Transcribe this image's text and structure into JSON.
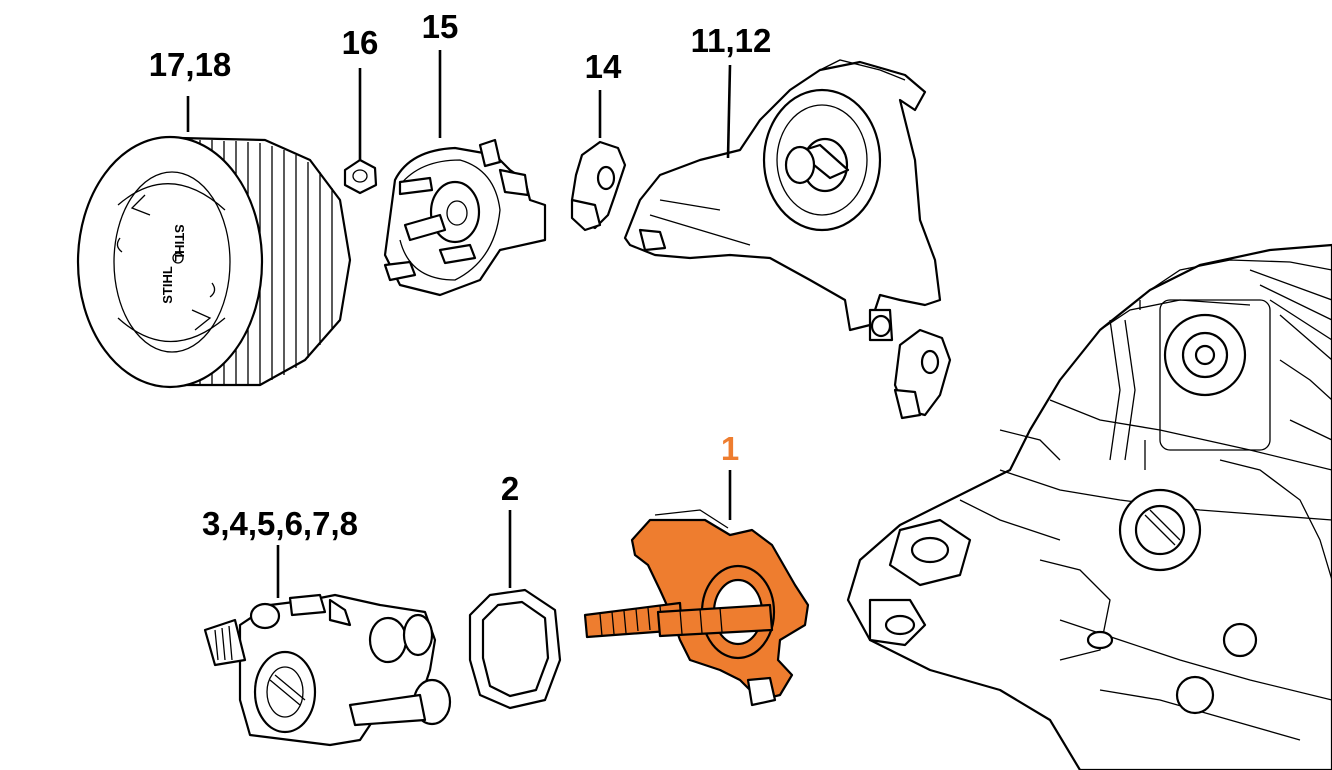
{
  "parts": [
    {
      "id": "air-filter",
      "label": "17,18",
      "highlighted": false
    },
    {
      "id": "nut",
      "label": "16",
      "highlighted": false
    },
    {
      "id": "filter-base",
      "label": "15",
      "highlighted": false
    },
    {
      "id": "bracket",
      "label": "14",
      "highlighted": false
    },
    {
      "id": "carburetor-box",
      "label": "11,12",
      "highlighted": false
    },
    {
      "id": "gasket",
      "label": "2",
      "highlighted": false
    },
    {
      "id": "carburetor",
      "label": "3,4,5,6,7,8",
      "highlighted": false
    },
    {
      "id": "manifold-flange",
      "label": "1",
      "highlighted": true
    }
  ],
  "filter_branding": "STIHL",
  "colors": {
    "highlight": "#ee7d2f",
    "label_default": "#000000",
    "label_highlight": "#ee7d2f"
  }
}
